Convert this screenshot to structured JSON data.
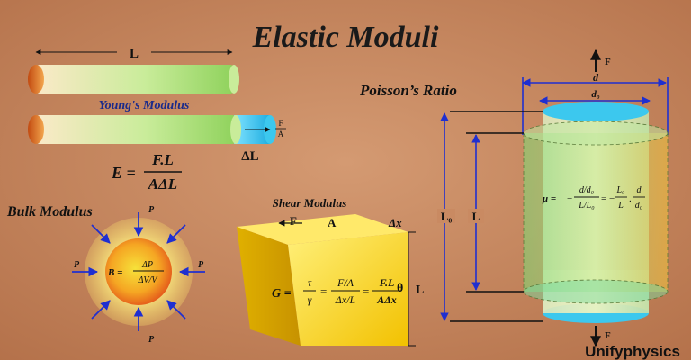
{
  "title": "Elastic Moduli",
  "young": {
    "label": "Young's Modulus",
    "length_symbol": "L",
    "delta_symbol": "ΔL",
    "force_num": "F",
    "force_den": "A",
    "formula_lhs": "E =",
    "formula_num": "F.L",
    "formula_den": "AΔL"
  },
  "bulk": {
    "label": "Bulk Modulus",
    "pressure_symbol": "P",
    "formula_lhs": "B =",
    "formula_num": "ΔP",
    "formula_den": "ΔV/V"
  },
  "shear": {
    "label": "Shear Modulus",
    "force_symbol": "F",
    "area_symbol": "A",
    "dx_symbol": "Δx",
    "theta_symbol": "θ",
    "length_symbol": "L",
    "formula_g": "G =",
    "tau": "τ",
    "gamma": "γ",
    "eq": "=",
    "f_over_a_num": "F/A",
    "f_over_a_den": "Δx/L",
    "fl_num": "F.L",
    "fl_den": "AΔx"
  },
  "poisson": {
    "label": "Poisson’s Ratio",
    "force_top": "F",
    "force_bottom": "F",
    "d_symbol": "d",
    "d0_symbol": "d₀",
    "L0_symbol": "L₀",
    "L_symbol": "L",
    "mu": "μ =",
    "neg": "−",
    "dd0_num": "d/d₀",
    "ll0_den": "L/L₀",
    "l0_num": "L₀",
    "l_den": "L",
    "dot": ".",
    "d_num": "d",
    "d0_den": "d₀"
  },
  "brand": "Unifyphysics",
  "colors": {
    "background": "#c98a62",
    "title": "#1a1a1a",
    "label_blue": "#1a2a8a",
    "arrow_blue": "#1f2fd0",
    "rod_green": "#a6e07a",
    "rod_cap": "#e8701e",
    "extension_cyan": "#3cc8ee",
    "shear_yellow": "#f5c800"
  }
}
